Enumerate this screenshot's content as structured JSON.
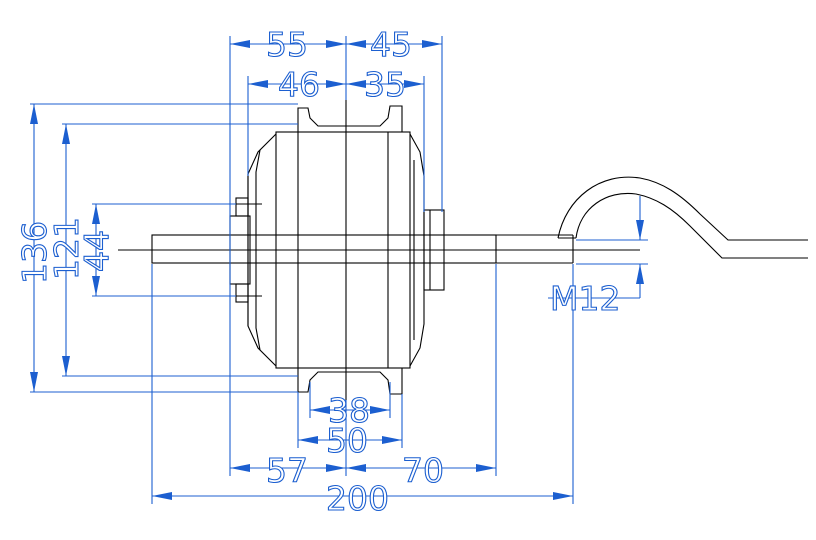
{
  "colors": {
    "dimension": "#1c5fd0",
    "part": "#000000",
    "background": "#ffffff"
  },
  "dimensions": {
    "top_left_55": "55",
    "top_right_45": "45",
    "top_left_46": "46",
    "top_right_35": "35",
    "overall_136": "136",
    "flange_121": "121",
    "bearing_44": "44",
    "thread": "M12",
    "rim_38": "38",
    "rim_50": "50",
    "bottom_left_57": "57",
    "bottom_right_70": "70",
    "axle_200": "200"
  }
}
